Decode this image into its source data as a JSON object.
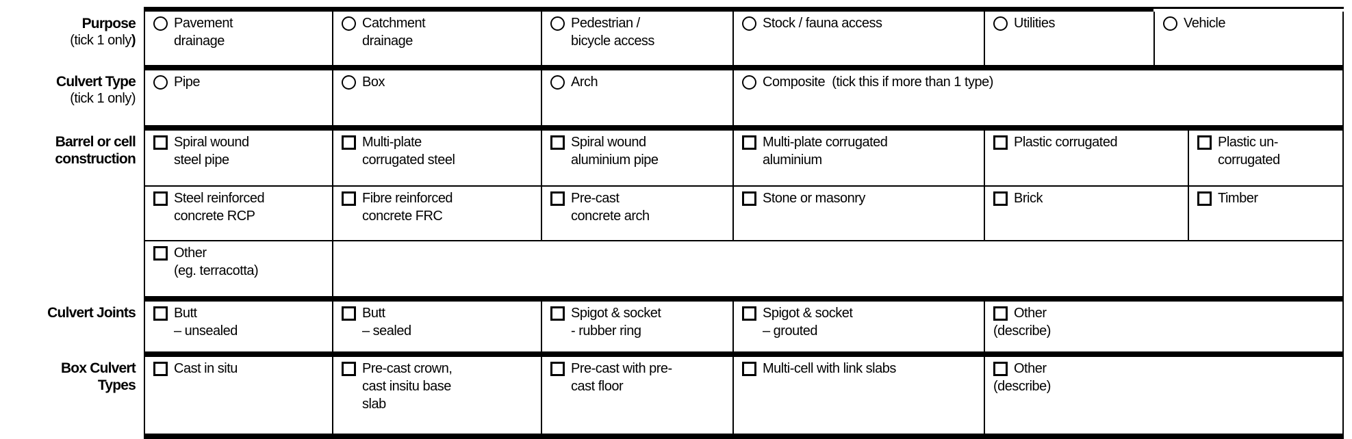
{
  "form": {
    "rows": {
      "purpose": {
        "label": "Purpose",
        "sub": "(tick 1 only",
        "sub_bold": ")",
        "cells": [
          {
            "t1": "Pavement",
            "t2": "drainage"
          },
          {
            "t1": "Catchment",
            "t2": "drainage"
          },
          {
            "t1": "Pedestrian /",
            "t2": "bicycle access"
          },
          {
            "t1": "Stock / fauna access"
          },
          {
            "t1": "Utilities"
          },
          {
            "t1": "Vehicle"
          }
        ]
      },
      "culvert_type": {
        "label": "Culvert Type",
        "sub": "(tick 1 only)",
        "cells": [
          {
            "t1": "Pipe"
          },
          {
            "t1": "Box"
          },
          {
            "t1": "Arch"
          },
          {
            "t1": "Composite  (tick this if more than 1 type)"
          }
        ]
      },
      "barrel": {
        "label_line1": "Barrel or cell",
        "label_line2": "construction",
        "cells_a": [
          {
            "t1": "Spiral wound",
            "t2": "steel pipe"
          },
          {
            "t1": "Multi-plate",
            "t2": "corrugated steel"
          },
          {
            "t1": "Spiral wound",
            "t2": "aluminium pipe"
          },
          {
            "t1": "Multi-plate corrugated",
            "t2": "aluminium"
          },
          {
            "t1": "Plastic corrugated"
          },
          {
            "t1": "Plastic un-",
            "t2": "corrugated"
          }
        ],
        "cells_b": [
          {
            "t1": "Steel reinforced",
            "t2": "concrete RCP"
          },
          {
            "t1": "Fibre reinforced",
            "t2": "concrete FRC"
          },
          {
            "t1": "Pre-cast",
            "t2": "concrete arch"
          },
          {
            "t1": "Stone or masonry"
          },
          {
            "t1": "Brick"
          },
          {
            "t1": "Timber"
          }
        ],
        "cells_c": [
          {
            "t1": "Other",
            "t2": "(eg. terracotta)"
          },
          {
            "t1": ""
          }
        ]
      },
      "joints": {
        "label": "Culvert Joints",
        "cells": [
          {
            "t1": "Butt",
            "t2": "– unsealed"
          },
          {
            "t1": "Butt",
            "t2": "– sealed"
          },
          {
            "t1": "Spigot & socket",
            "t2": "- rubber ring"
          },
          {
            "t1": "Spigot & socket",
            "t2": "– grouted"
          },
          {
            "t1": "Other",
            "t2": "(describe)"
          }
        ]
      },
      "box_types": {
        "label_line1": "Box Culvert",
        "label_line2": "Types",
        "cells": [
          {
            "t1": "Cast in situ"
          },
          {
            "t1": "Pre-cast crown,",
            "t2": "cast insitu base",
            "t3": "slab"
          },
          {
            "t1": "Pre-cast with pre-",
            "t2": "cast floor"
          },
          {
            "t1": "Multi-cell with link slabs"
          },
          {
            "t1": "Other",
            "t2": "(describe)"
          }
        ]
      }
    },
    "colors": {
      "ink": "#000000",
      "paper": "#ffffff"
    }
  }
}
